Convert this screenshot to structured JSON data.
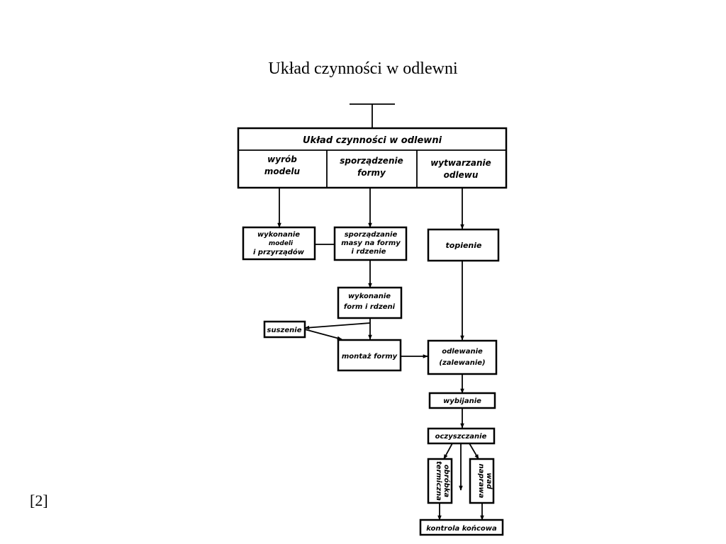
{
  "slide": {
    "title": "Układ czynności w odlewni",
    "reference": "[2]"
  },
  "diagram": {
    "header": "Układ czynności w odlewni",
    "columns": [
      [
        "wyrób",
        "modelu"
      ],
      [
        "sporządzenie",
        "formy"
      ],
      [
        "wytwarzanie",
        "odlewu"
      ]
    ],
    "nodes": {
      "wykonanie_modeli": [
        "wykonanie",
        "modeli",
        "i przyrządów"
      ],
      "sporzadzanie_masy": [
        "sporządzanie",
        "masy na formy",
        "i rdzenie"
      ],
      "topienie": [
        "topienie"
      ],
      "wykonanie_form": [
        "wykonanie",
        "form i rdzeni"
      ],
      "suszenie": [
        "suszenie"
      ],
      "montaz_formy": [
        "montaż formy"
      ],
      "odlewanie": [
        "odlewanie",
        "(zalewanie)"
      ],
      "wybijanie": [
        "wybijanie"
      ],
      "oczyszczanie": [
        "oczyszczanie"
      ],
      "obrobka_termiczna": [
        "termiczna",
        "obróbka"
      ],
      "naprawa_wad": [
        "naprawa",
        "wad"
      ],
      "kontrola": [
        "kontrola końcowa"
      ]
    }
  }
}
